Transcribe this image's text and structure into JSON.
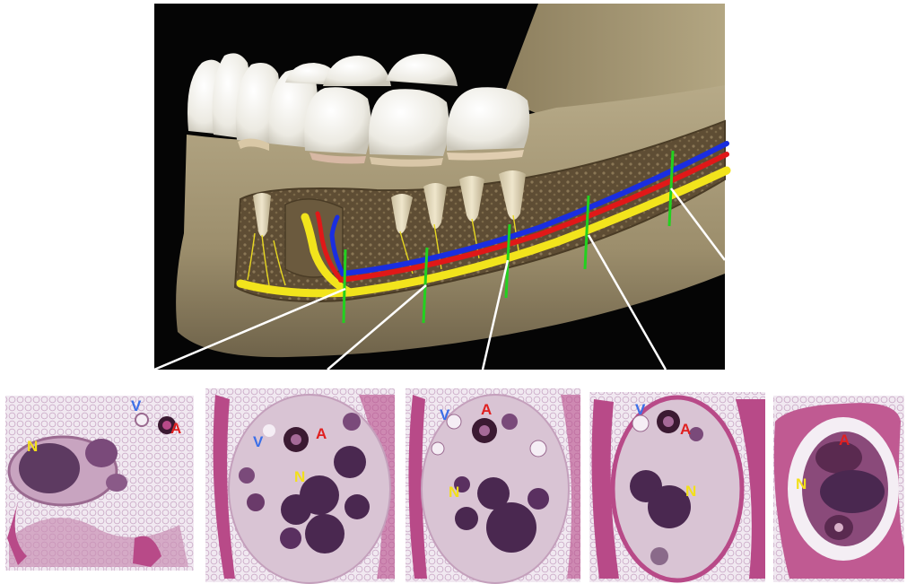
{
  "colors": {
    "background": "#ffffff",
    "scene_background": "#050505",
    "bone": "#a89a78",
    "bone_shadow": "#6e6248",
    "canal_cavity": "#5a4a32",
    "tooth": "#f2f0ea",
    "nerve": "#f2e41c",
    "artery": "#e01818",
    "vein": "#1a2ee0",
    "section_marker": "#22d11f",
    "leader_line": "#ffffff",
    "histo_background": "#efe6ee",
    "histo_tissue": "#c49ab8",
    "histo_bone": "#b84a88",
    "histo_fascicle": "#4a2850",
    "label_vein": "#3b6fe8",
    "label_artery": "#e02020",
    "label_nerve": "#f2e01a"
  },
  "panels": [
    {
      "labels": {
        "vein": "V",
        "artery": "A",
        "nerve": "N"
      }
    },
    {
      "labels": {
        "vein": "V",
        "artery": "A",
        "nerve": "N"
      }
    },
    {
      "labels": {
        "vein": "V",
        "artery": "A",
        "nerve": "N"
      }
    },
    {
      "labels": {
        "vein": "V",
        "artery": "A",
        "nerve": "N"
      }
    },
    {
      "labels": {
        "artery": "A",
        "nerve": "N"
      }
    }
  ]
}
